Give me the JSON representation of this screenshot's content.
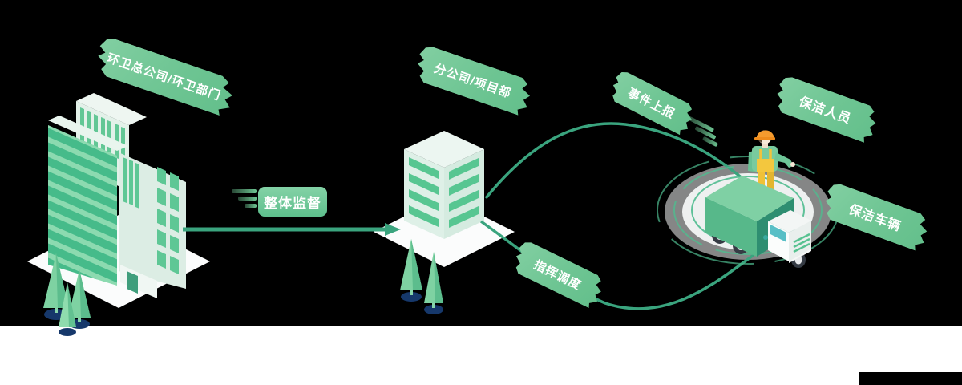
{
  "diagram": {
    "nodes": {
      "hq": {
        "label": "环卫总公司/环卫部门"
      },
      "branch": {
        "label": "分公司/项目部"
      },
      "staff": {
        "label": "保洁人员"
      },
      "vehicle": {
        "label": "保洁车辆"
      }
    },
    "edges": {
      "supervise": {
        "label": "整体监督",
        "from": "hq",
        "to": "branch"
      },
      "report": {
        "label": "事件上报",
        "from": "branch",
        "to": "field"
      },
      "dispatch": {
        "label": "指挥调度",
        "from": "branch",
        "to": "field"
      }
    }
  },
  "colors": {
    "background_top": "#000000",
    "background_bottom": "#ffffff",
    "banner_green": "#6ec593",
    "banner_green_light": "#82cfa2",
    "connector_green": "#3aa47e",
    "building_green": "#46bb8a",
    "building_stripe_light": "#8cdab0",
    "building_face_light": "#e3f1e9",
    "window_green": "#5ec795",
    "tree_green": "#7ed2a2",
    "tree_base_navy": "#16386b",
    "truck_box_green": "#57b88a",
    "truck_end_teal": "#2e8e71",
    "worker_hat_orange": "#f59b2e",
    "worker_overalls_yellow": "#f2c23c",
    "label_text": "#ffffff"
  }
}
